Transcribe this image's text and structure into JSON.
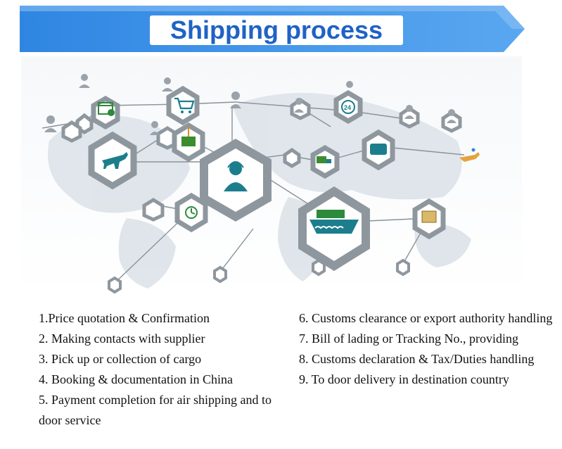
{
  "header": {
    "title": "Shipping process"
  },
  "colors": {
    "banner_blue": "#3b8fe8",
    "banner_light": "#9ccaf5",
    "title_blue": "#1f62c5",
    "hex_teal": "#1f8a9a"
  },
  "illustration": {
    "icons": [
      "calendar-icon",
      "shopping-cart-icon",
      "cargo-crane-icon",
      "airplane-icon",
      "customer-service-icon",
      "clock-icon",
      "truck-icon",
      "train-icon",
      "ship-icon",
      "package-icon",
      "hour-24-icon",
      "small-plane-icon"
    ]
  },
  "steps": {
    "left": [
      "1.Price quotation & Confirmation",
      "2. Making contacts with supplier",
      "3. Pick up or collection of cargo",
      "4. Booking & documentation in China",
      "5. Payment completion for air shipping and to door service"
    ],
    "right": [
      "6. Customs clearance or export authority handling",
      "7. Bill of lading or Tracking No., providing",
      "8. Customs declaration & Tax/Duties handling",
      "9. To door delivery in destination country"
    ]
  }
}
